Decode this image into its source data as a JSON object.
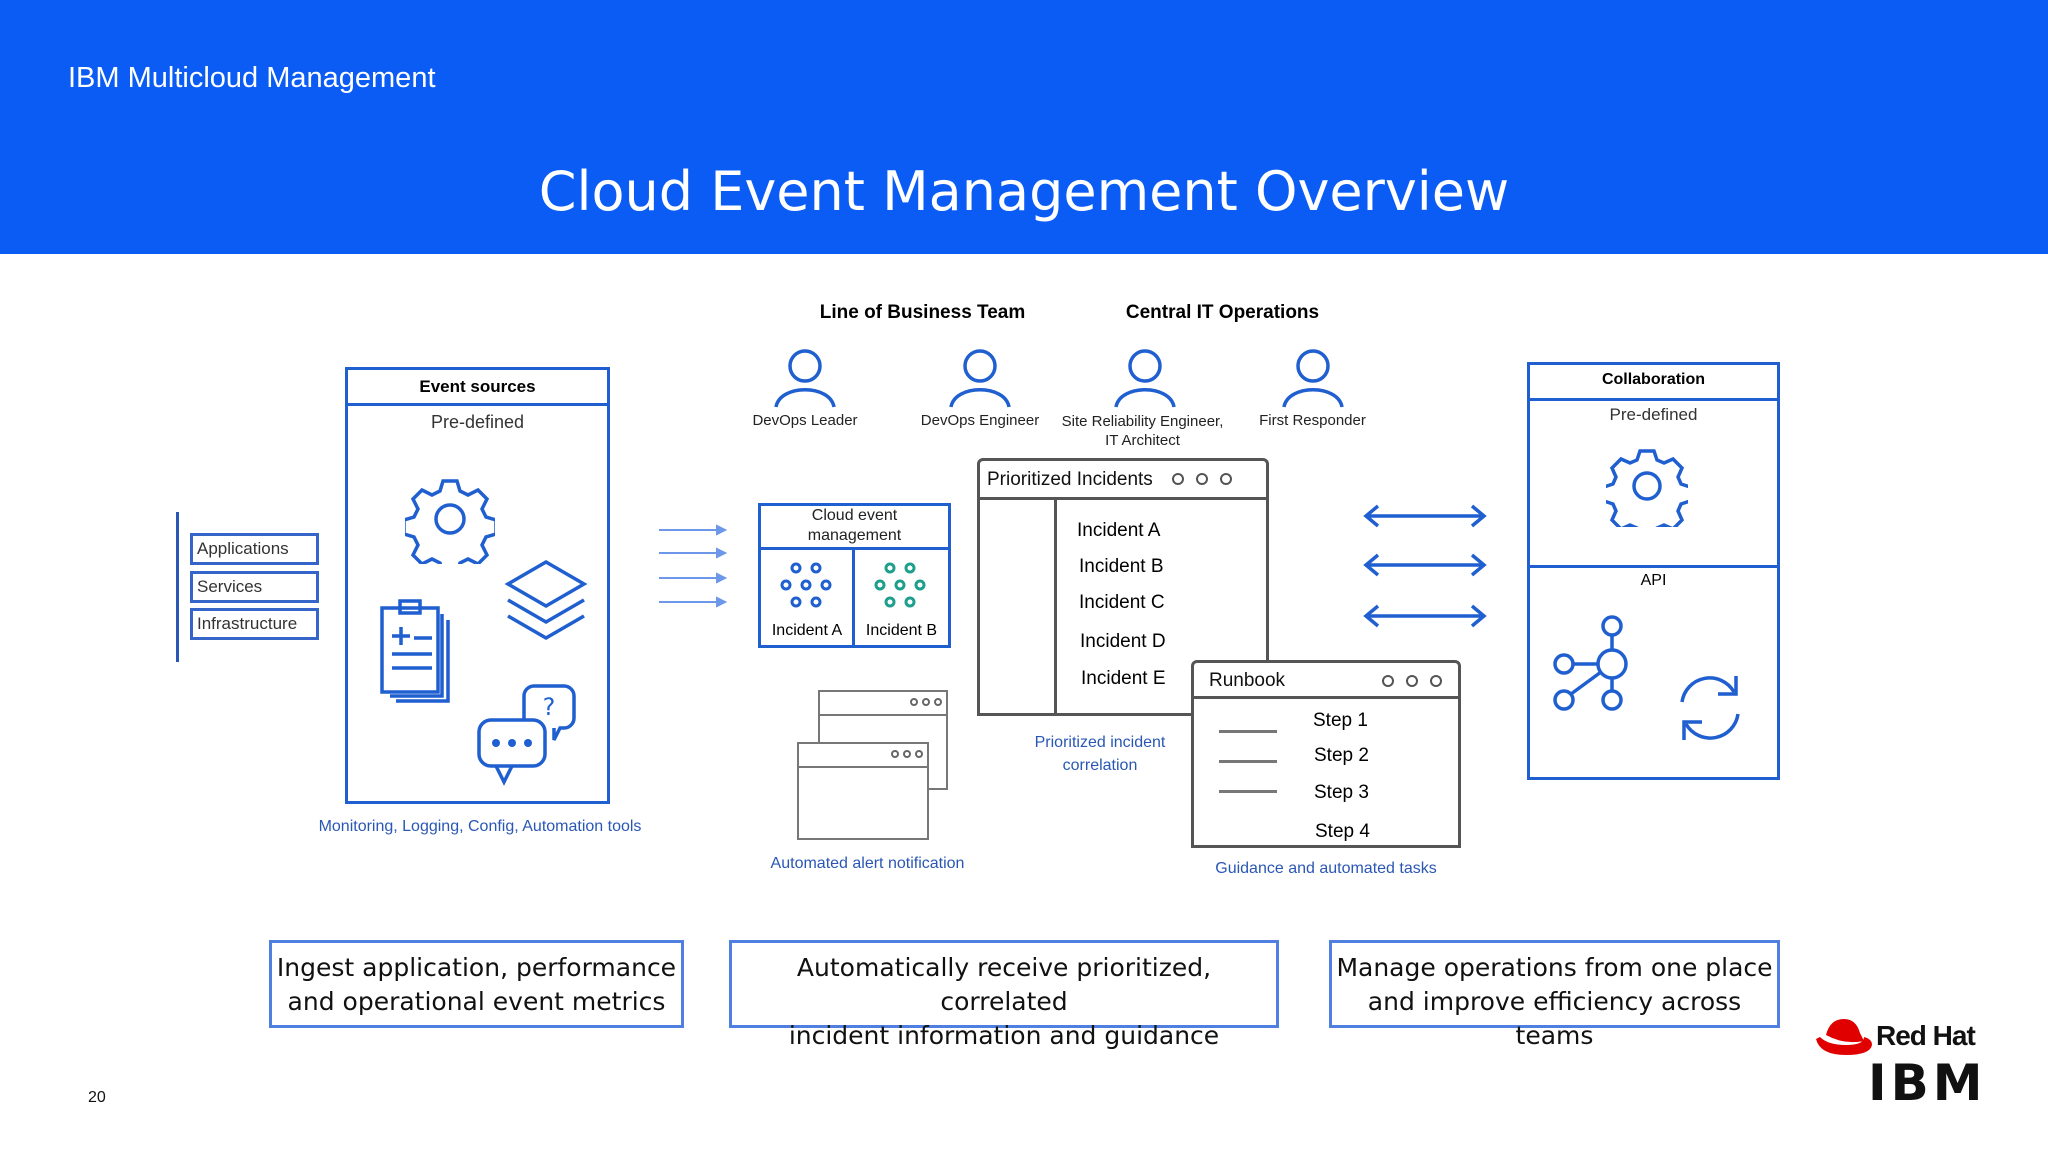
{
  "header": {
    "brand": "IBM Multicloud Management",
    "title": "Cloud Event Management Overview"
  },
  "teams": {
    "lob": "Line of Business Team",
    "central_it": "Central IT Operations"
  },
  "roles": [
    "DevOps Leader",
    "DevOps Engineer",
    "Site Reliability Engineer,\nIT Architect",
    "First Responder"
  ],
  "event_sources": {
    "title": "Event sources",
    "subtitle": "Pre-defined",
    "inputs": [
      "Applications",
      "Services",
      "Infrastructure"
    ],
    "caption": "Monitoring, Logging, Config, Automation tools"
  },
  "cem": {
    "title": "Cloud event\nmanagement",
    "incident_a": "Incident A",
    "incident_b": "Incident B"
  },
  "alert": {
    "caption": "Automated alert notification"
  },
  "prioritized": {
    "title": "Prioritized Incidents",
    "incidents": [
      "Incident A",
      "Incident B",
      "Incident C",
      "Incident D",
      "Incident E"
    ],
    "caption": "Prioritized incident\ncorrelation"
  },
  "runbook": {
    "title": "Runbook",
    "steps": [
      "Step 1",
      "Step 2",
      "Step 3",
      "Step 4"
    ],
    "caption": "Guidance and automated tasks"
  },
  "collaboration": {
    "title": "Collaboration",
    "subtitle": "Pre-defined",
    "api": "API"
  },
  "bottom": [
    "Ingest application, performance\nand operational event metrics",
    "Automatically receive prioritized, correlated\nincident information and guidance",
    "Manage operations from one place\nand improve efficiency across teams"
  ],
  "footer": {
    "page_number": "20",
    "redhat": "Red Hat",
    "ibm": "IBM"
  },
  "colors": {
    "header_blue": "#0a5cf5",
    "accent_blue": "#1f5fd0",
    "teal": "#1e9e8c",
    "redhat_red": "#e00000"
  }
}
